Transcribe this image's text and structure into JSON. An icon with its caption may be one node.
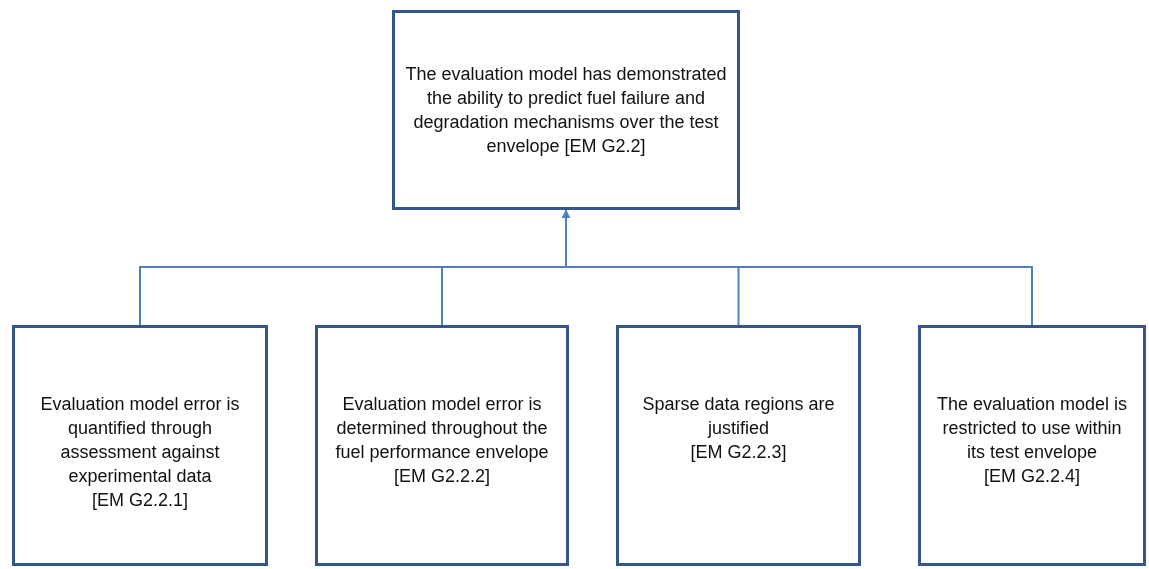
{
  "diagram": {
    "nodes": [
      {
        "text": [
          "The evaluation model has demonstrated the ability to predict fuel failure and degradation mechanisms over the test envelope [EM G2.2]"
        ]
      },
      {
        "text": [
          "Evaluation model error is quantified through assessment against experimental data",
          "[EM G2.2.1]"
        ]
      },
      {
        "text": [
          "Evaluation model error is determined throughout the fuel performance envelope",
          "[EM G2.2.2]"
        ]
      },
      {
        "text": [
          "Sparse data regions are justified",
          "[EM G2.2.3]"
        ]
      },
      {
        "text": [
          "The evaluation model is restricted to use within its test envelope",
          "[EM G2.2.4]"
        ]
      }
    ],
    "edges": [
      {
        "from": 1,
        "to": 0,
        "arrow": "to"
      },
      {
        "from": 2,
        "to": 0,
        "arrow": "to"
      },
      {
        "from": 3,
        "to": 0,
        "arrow": "to"
      },
      {
        "from": 4,
        "to": 0,
        "arrow": "to"
      }
    ]
  }
}
